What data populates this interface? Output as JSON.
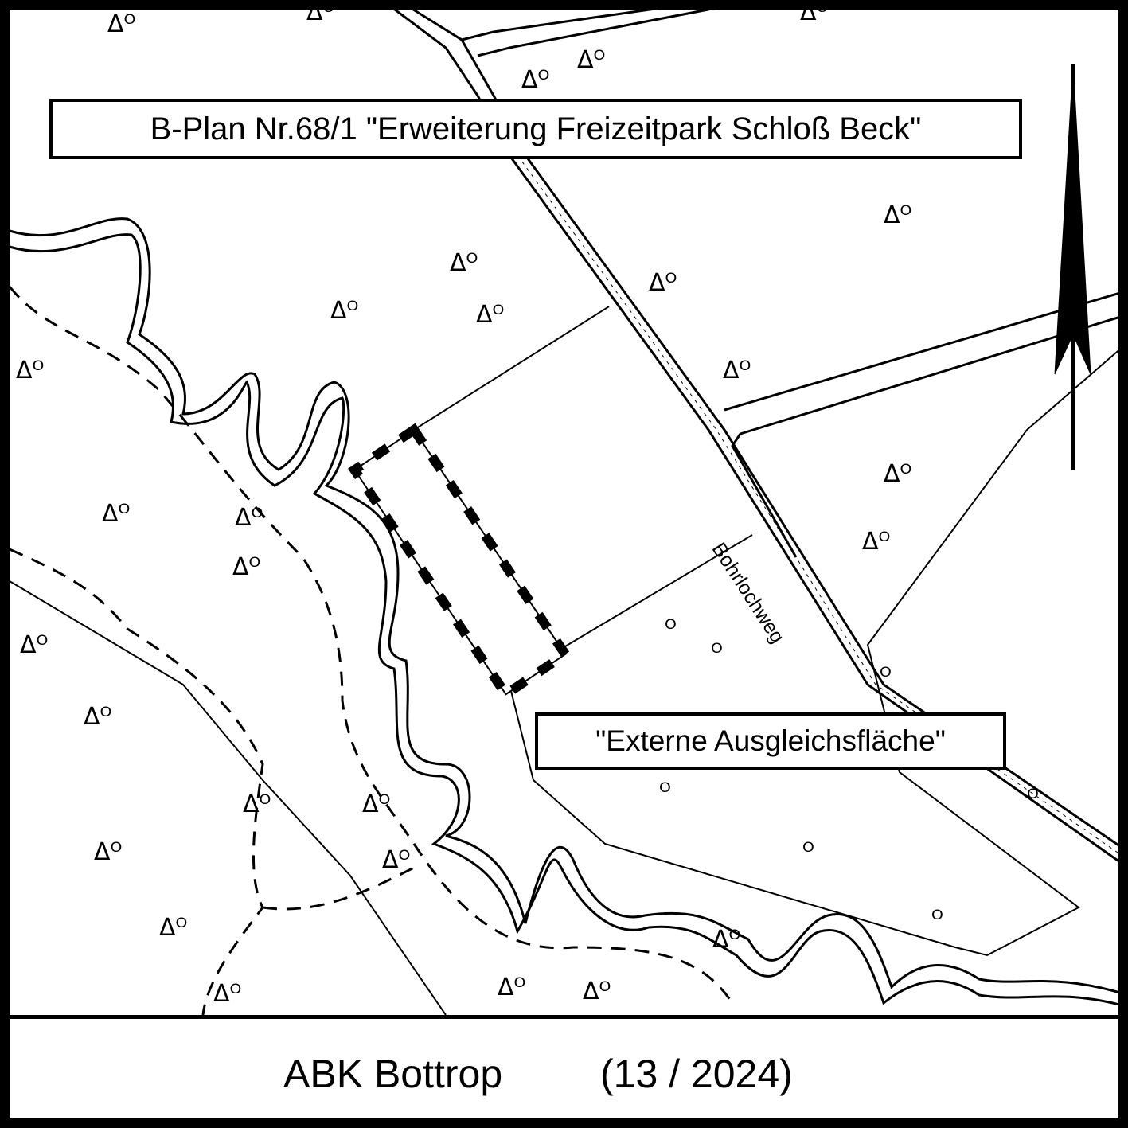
{
  "map": {
    "title": "B-Plan Nr.68/1 \"Erweiterung Freizeitpark Schloß Beck\"",
    "area_label": "\"Externe Ausgleichsfläche\"",
    "street_name": "Bohrlochweg",
    "north_arrow_icon": "north-arrow-icon",
    "tree_symbol_icon": "deciduous-conifer-tree-icon"
  },
  "footer": {
    "source": "ABK Bottrop",
    "number": "(13 / 2024)"
  }
}
